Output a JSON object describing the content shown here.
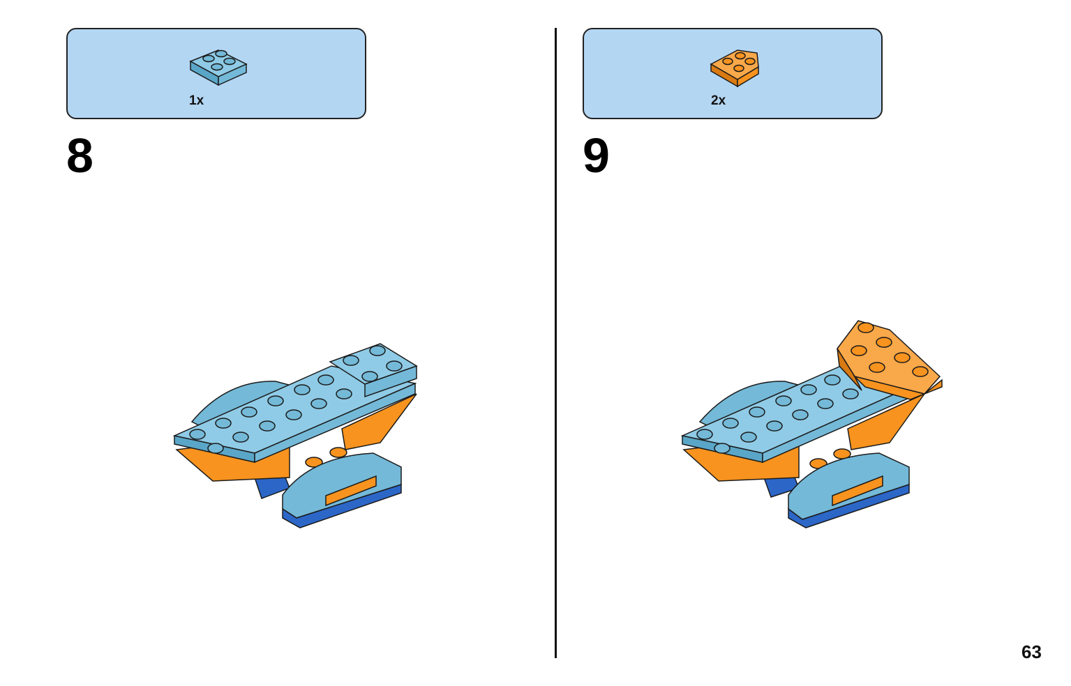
{
  "steps": [
    {
      "number": "8",
      "parts": [
        {
          "qty": "1x",
          "color": "#74b9d8",
          "icon": "plate-2x2-icon"
        }
      ]
    },
    {
      "number": "9",
      "parts": [
        {
          "qty": "2x",
          "color": "#f7931e",
          "icon": "wedge-plate-icon"
        }
      ]
    }
  ],
  "colors": {
    "medium_azure": "#74b9d8",
    "orange": "#f7931e",
    "blue": "#2c67c8",
    "parts_box_bg": "#b3d6f3",
    "outline": "#1a1a1a"
  },
  "page_number": "63"
}
